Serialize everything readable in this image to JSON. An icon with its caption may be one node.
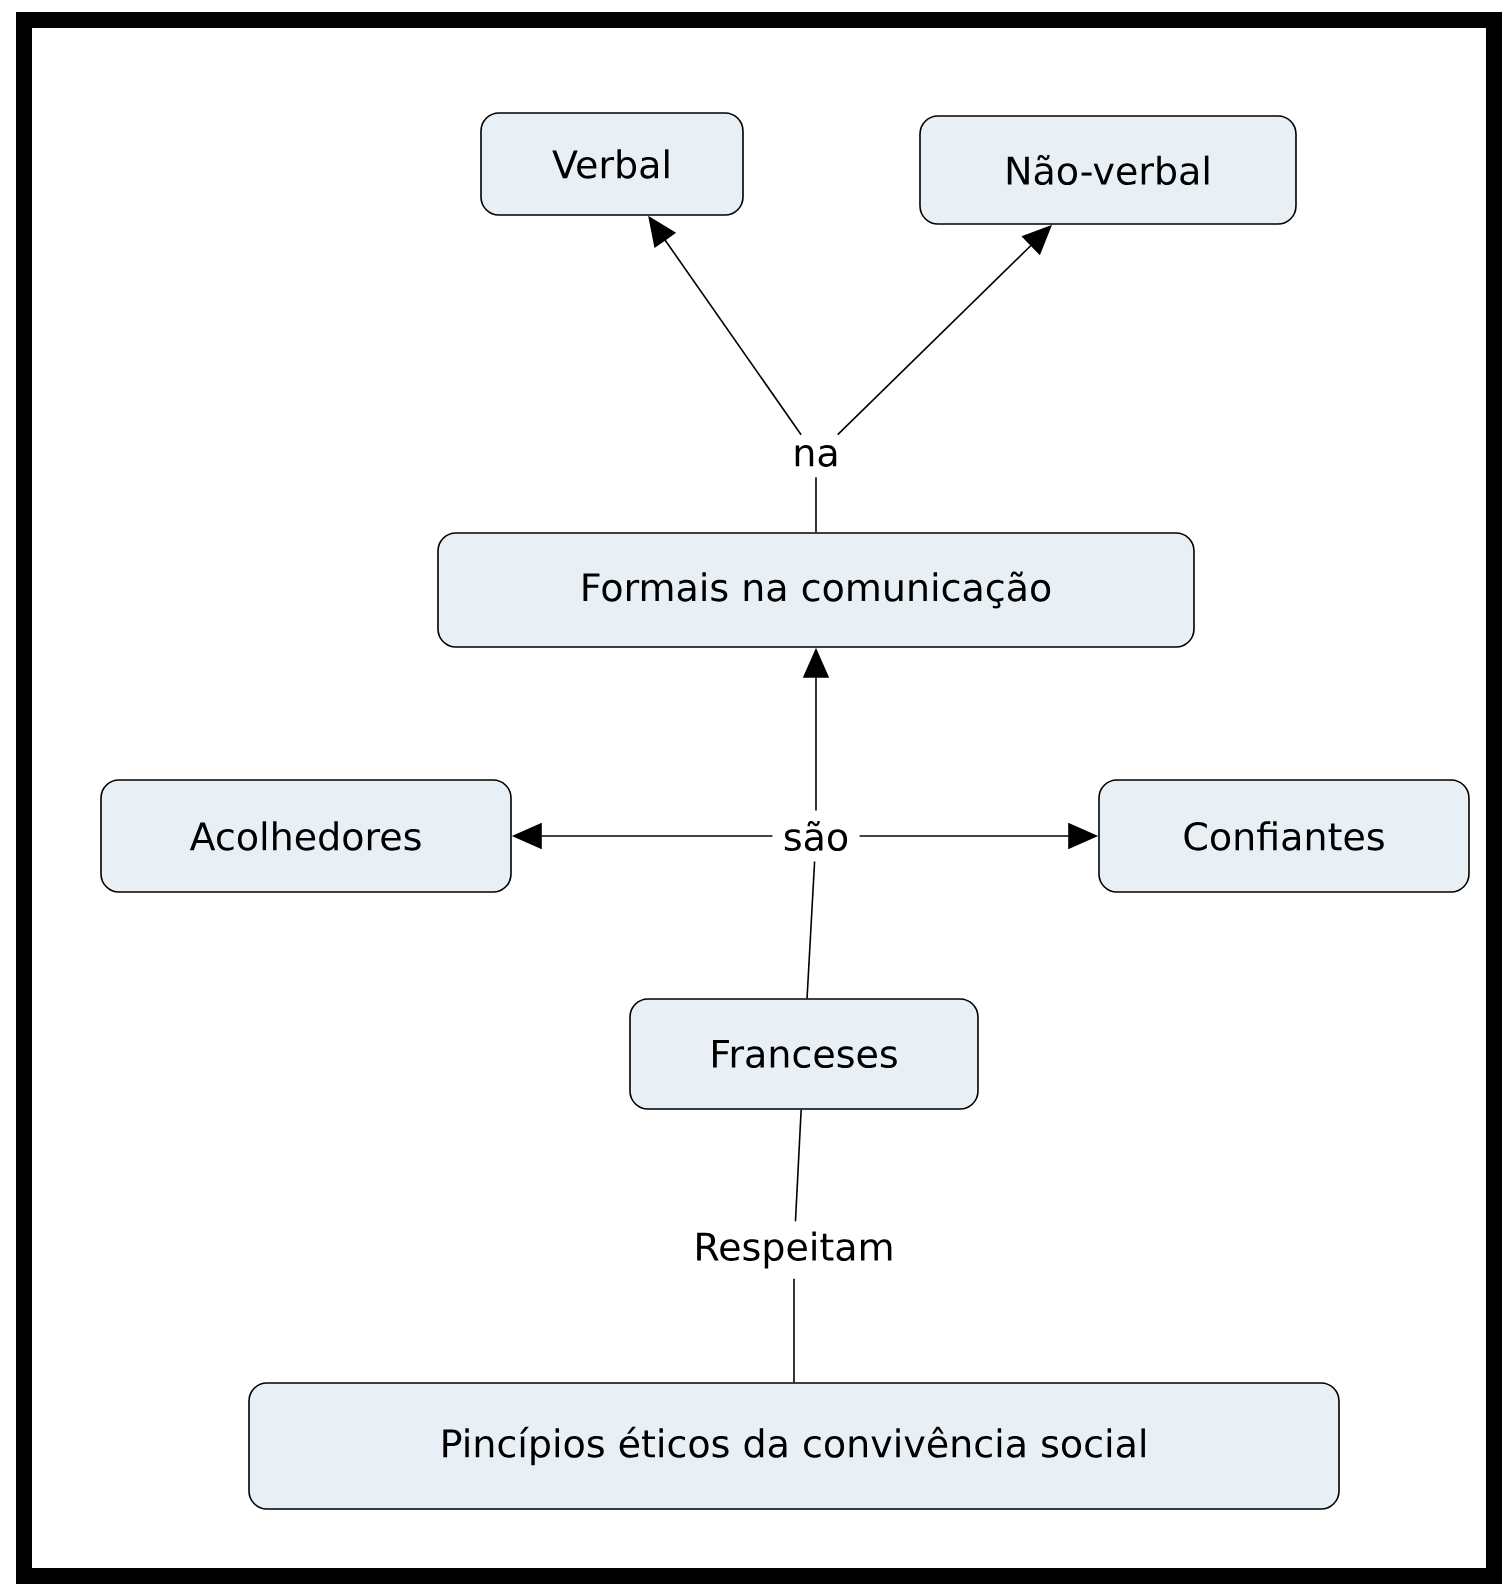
{
  "diagram": {
    "nodes": [
      {
        "text": [
          "Verbal"
        ]
      },
      {
        "text": [
          "Não-verbal"
        ]
      },
      {
        "text": [
          "na"
        ]
      },
      {
        "text": [
          "Formais na comunicação"
        ]
      },
      {
        "text": [
          "Acolhedores"
        ]
      },
      {
        "text": [
          "são"
        ]
      },
      {
        "text": [
          "Confiantes"
        ]
      },
      {
        "text": [
          "Franceses"
        ]
      },
      {
        "text": [
          "Respeitam"
        ]
      },
      {
        "text": [
          "Pincípios éticos da convivência social"
        ]
      }
    ],
    "edges": [
      {
        "from": 3,
        "to": 2,
        "arrow": "none"
      },
      {
        "from": 2,
        "to": 0,
        "arrow": "to"
      },
      {
        "from": 2,
        "to": 1,
        "arrow": "to"
      },
      {
        "from": 7,
        "to": 5,
        "arrow": "none"
      },
      {
        "from": 5,
        "to": 3,
        "arrow": "to"
      },
      {
        "from": 5,
        "to": 4,
        "arrow": "to"
      },
      {
        "from": 5,
        "to": 6,
        "arrow": "to"
      },
      {
        "from": 7,
        "to": 8,
        "arrow": "none"
      },
      {
        "from": 8,
        "to": 9,
        "arrow": "none"
      }
    ]
  }
}
